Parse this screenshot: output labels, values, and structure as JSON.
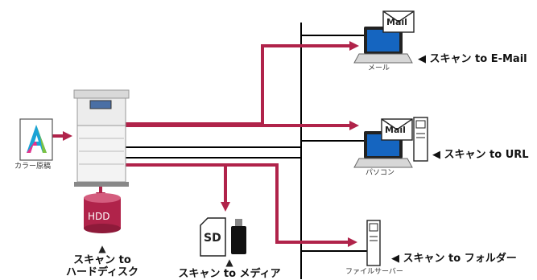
{
  "colors": {
    "arrow": "#b0234a",
    "line": "#000000",
    "hdd": "#b0234a",
    "screen": "#1565c0"
  },
  "labels": {
    "original": "カラー原稿",
    "hdd_text": "HDD",
    "sd_text": "SD",
    "mail_badge_1": "Mail",
    "mail_badge_2": "Mail",
    "mail_device": "メール",
    "pc_device": "パソコン",
    "server_device": "ファイルサーバー",
    "scan_email": "◀ スキャン to E-Mail",
    "scan_url": "◀ スキャン to URL",
    "scan_folder": "◀ スキャン to フォルダー",
    "scan_hdd_arrow": "▲",
    "scan_hdd_line1": "スキャン to",
    "scan_hdd_line2": "ハードディスク",
    "scan_media_arrow": "▲",
    "scan_media": "スキャン to メディア"
  },
  "icons": [
    "document-a-icon",
    "printer-icon",
    "hdd-icon",
    "sd-card-icon",
    "usb-stick-icon",
    "laptop-icon",
    "envelope-icon",
    "server-icon"
  ]
}
